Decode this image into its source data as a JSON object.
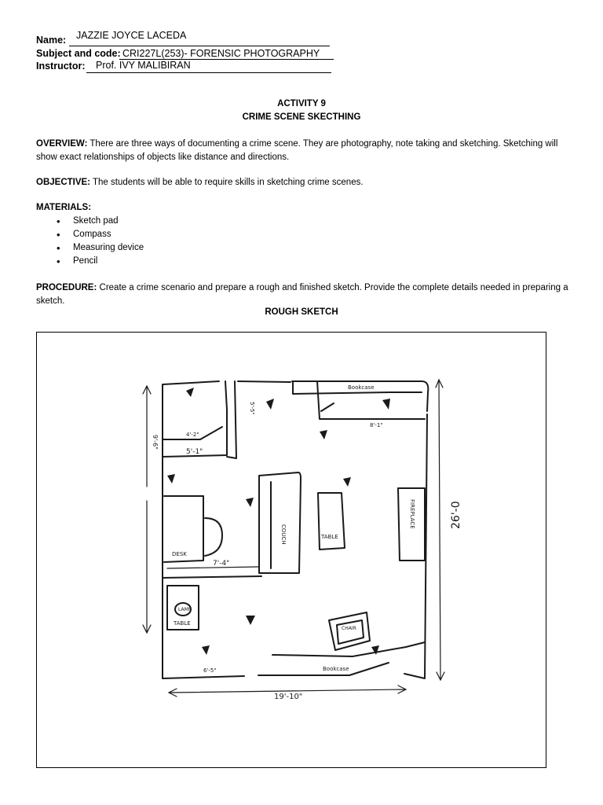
{
  "header": {
    "name_label": "Name:",
    "name_value": "JAZZIE JOYCE LACEDA",
    "subject_label": "Subject and code:",
    "subject_value": "CRI227L(253)- FORENSIC PHOTOGRAPHY",
    "instructor_label": "Instructor:",
    "instructor_value": "Prof. IVY MALIBIRAN"
  },
  "title": {
    "activity": "ACTIVITY 9",
    "topic": "CRIME SCENE SKECTHING"
  },
  "overview": {
    "label": "OVERVIEW:",
    "text": "There are three ways of documenting a crime scene. They are photography, note taking and sketching. Sketching will show exact relationships of objects like distance and directions."
  },
  "objective": {
    "label": "OBJECTIVE:",
    "text": "The students will be able to require skills in sketching crime scenes."
  },
  "materials": {
    "label": "MATERIALS:",
    "items": [
      "Sketch pad",
      "Compass",
      "Measuring device",
      "Pencil"
    ]
  },
  "procedure": {
    "label": "PROCEDURE:",
    "text": "Create a crime scenario and prepare a rough and finished sketch. Provide the complete details needed in preparing a sketch."
  },
  "sketch": {
    "heading": "ROUGH SKETCH",
    "labels": {
      "top_bookcase": "Bookcase",
      "bottom_bookcase": "Bookcase",
      "fireplace": "FIREPLACE",
      "desk": "DESK",
      "couch": "COUCH",
      "table_center": "TABLE",
      "table_left": "TABLE",
      "chair": "CHAIR",
      "lamp": "LAMP",
      "dim_right": "26'-0",
      "dim_bottom": "19'-10\"",
      "dim_left": "9'-6\"",
      "dim_7_4": "7'-4\"",
      "dim_5_1": "5'-1\"",
      "dim_4_2": "4'-2\"",
      "dim_6_5": "6'-5\"",
      "dim_8_1": "8'-1\"",
      "dim_5_5": "5'-5\""
    }
  }
}
